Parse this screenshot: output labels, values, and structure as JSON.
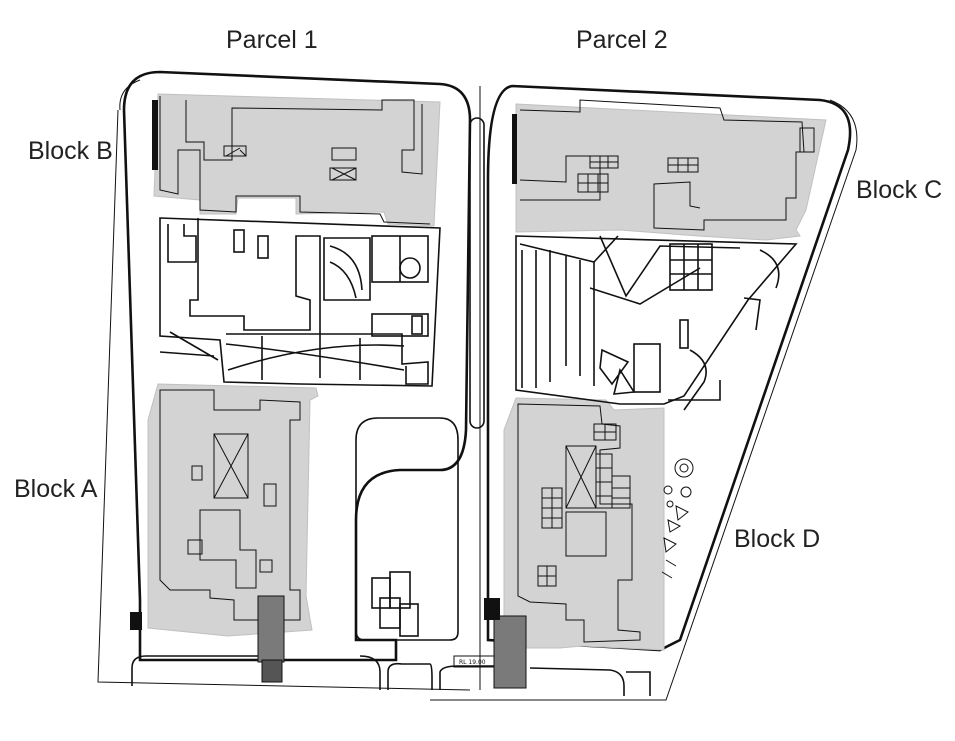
{
  "labels": {
    "parcel1": "Parcel 1",
    "parcel2": "Parcel 2",
    "blockA": "Block A",
    "blockB": "Block B",
    "blockC": "Block C",
    "blockD": "Block D",
    "level_tag": "RL 19.00"
  },
  "colors": {
    "building_fill": "#d3d3d3",
    "line": "#111111",
    "background": "#ffffff"
  }
}
